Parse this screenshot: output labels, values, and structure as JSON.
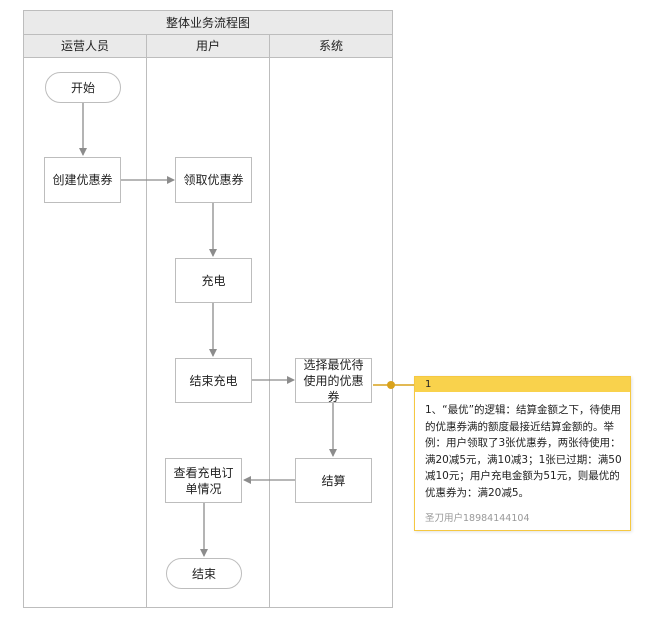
{
  "diagram": {
    "title": "整体业务流程图",
    "lanes": [
      "运营人员",
      "用户",
      "系统"
    ],
    "nodes": {
      "start": "开始",
      "create_coupon": "创建优惠券",
      "claim_coupon": "领取优惠券",
      "charge": "充电",
      "end_charge": "结束充电",
      "choose_coupon": "选择最优待使用的优惠券",
      "settle": "结算",
      "view_order": "查看充电订单情况",
      "end": "结束"
    },
    "edges": [
      [
        "start",
        "create_coupon"
      ],
      [
        "create_coupon",
        "claim_coupon"
      ],
      [
        "claim_coupon",
        "charge"
      ],
      [
        "charge",
        "end_charge"
      ],
      [
        "end_charge",
        "choose_coupon"
      ],
      [
        "choose_coupon",
        "settle"
      ],
      [
        "settle",
        "view_order"
      ],
      [
        "view_order",
        "end"
      ]
    ]
  },
  "comment": {
    "index": "1",
    "text": "1、“最优”的逻辑：结算金额之下，待使用的优惠券满的额度最接近结算金额的。举例：用户领取了3张优惠券，两张待使用：满20减5元，满10减3；1张已过期：满50减10元；用户充电金额为51元，则最优的优惠券为：满20减5。",
    "author": "圣刀用户18984144104"
  },
  "colors": {
    "lane_header": "#eaeaea",
    "border": "#bdbdbd",
    "arrow": "#8c8c8c",
    "note_accent": "#f9d24c",
    "note_anchor": "#d9a21b"
  }
}
